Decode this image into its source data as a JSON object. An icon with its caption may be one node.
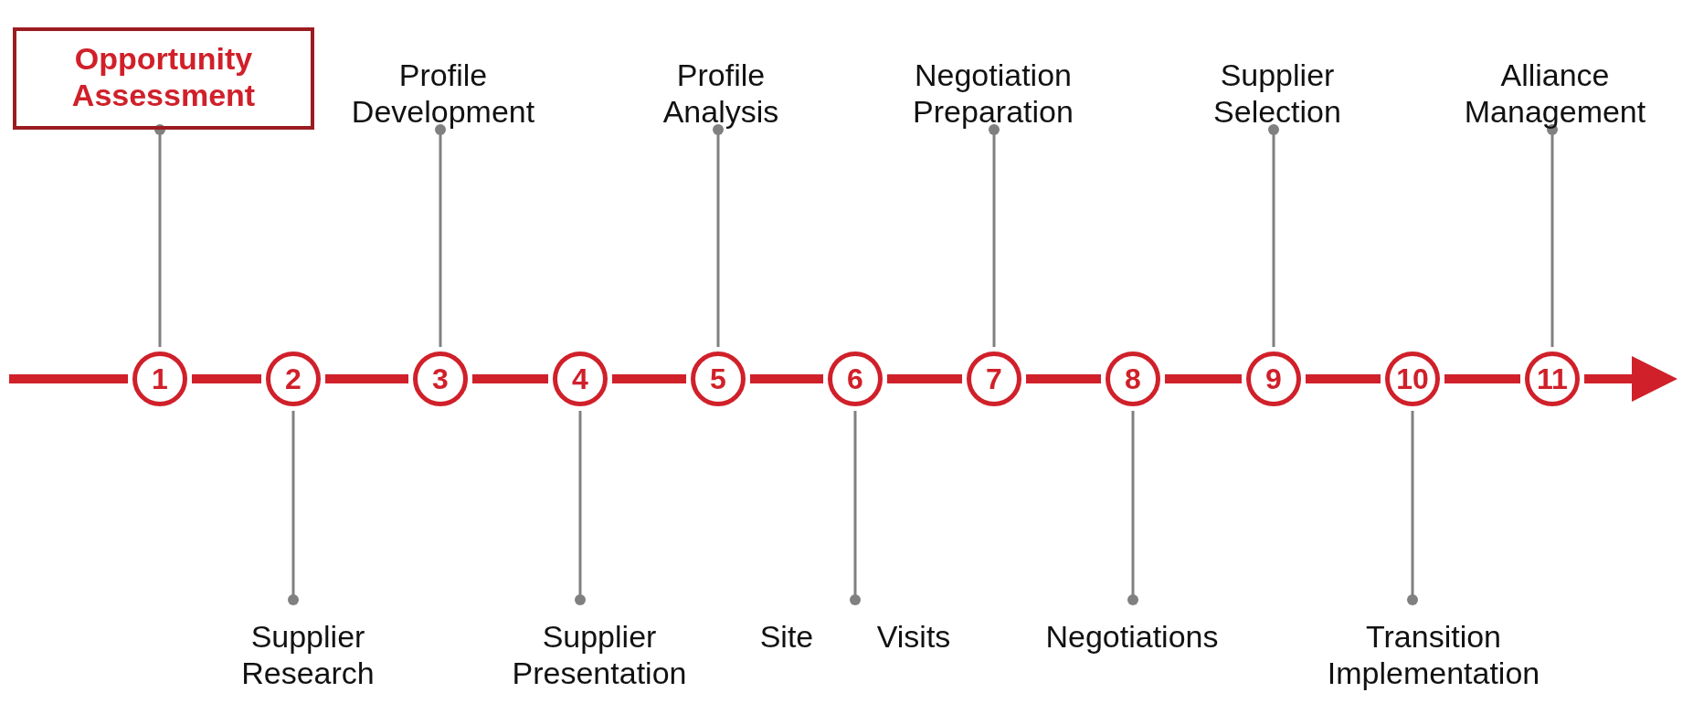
{
  "diagram": {
    "nodes": [
      {
        "text": [
          "1"
        ]
      },
      {
        "text": [
          "2"
        ]
      },
      {
        "text": [
          "3"
        ]
      },
      {
        "text": [
          "4"
        ]
      },
      {
        "text": [
          "5"
        ]
      },
      {
        "text": [
          "6"
        ]
      },
      {
        "text": [
          "7"
        ]
      },
      {
        "text": [
          "8"
        ]
      },
      {
        "text": [
          "9"
        ]
      },
      {
        "text": [
          "10"
        ]
      },
      {
        "text": [
          "11"
        ]
      },
      {
        "text": [
          "Opportunity Assessment"
        ]
      },
      {
        "text": [
          "Supplier Research"
        ]
      },
      {
        "text": [
          "Profile Development"
        ]
      },
      {
        "text": [
          "Supplier Presentation"
        ]
      },
      {
        "text": [
          "Profile Analysis"
        ]
      },
      {
        "text": [
          "Site Visits"
        ]
      },
      {
        "text": [
          "Negotiation Preparation"
        ]
      },
      {
        "text": [
          "Negotiations"
        ]
      },
      {
        "text": [
          "Supplier Selection"
        ]
      },
      {
        "text": [
          "Transition Implementation"
        ]
      },
      {
        "text": [
          "Alliance Management"
        ]
      }
    ],
    "edges": [
      {
        "from": null,
        "to": 0,
        "arrow": "none"
      },
      {
        "from": 0,
        "to": 1,
        "arrow": "none"
      },
      {
        "from": 1,
        "to": 2,
        "arrow": "none"
      },
      {
        "from": 2,
        "to": 3,
        "arrow": "none"
      },
      {
        "from": 3,
        "to": 4,
        "arrow": "none"
      },
      {
        "from": 4,
        "to": 5,
        "arrow": "none"
      },
      {
        "from": 5,
        "to": 6,
        "arrow": "none"
      },
      {
        "from": 6,
        "to": 7,
        "arrow": "none"
      },
      {
        "from": 7,
        "to": 8,
        "arrow": "none"
      },
      {
        "from": 8,
        "to": 9,
        "arrow": "none"
      },
      {
        "from": 9,
        "to": 10,
        "arrow": "none"
      },
      {
        "from": 10,
        "to": null,
        "arrow": "to"
      },
      {
        "from": 11,
        "to": 0,
        "arrow": "other",
        "color": "#808080"
      },
      {
        "from": 12,
        "to": 1,
        "arrow": "other",
        "color": "#808080"
      },
      {
        "from": 13,
        "to": 2,
        "arrow": "other",
        "color": "#808080"
      },
      {
        "from": 14,
        "to": 3,
        "arrow": "other",
        "color": "#808080"
      },
      {
        "from": 15,
        "to": 4,
        "arrow": "other",
        "color": "#808080"
      },
      {
        "from": 16,
        "to": 5,
        "arrow": "other",
        "color": "#808080"
      },
      {
        "from": 17,
        "to": 6,
        "arrow": "other",
        "color": "#808080"
      },
      {
        "from": 18,
        "to": 7,
        "arrow": "other",
        "color": "#808080"
      },
      {
        "from": 19,
        "to": 8,
        "arrow": "other",
        "color": "#808080"
      },
      {
        "from": 20,
        "to": 9,
        "arrow": "other",
        "color": "#808080"
      },
      {
        "from": 21,
        "to": 10,
        "arrow": "other",
        "color": "#808080"
      }
    ]
  }
}
